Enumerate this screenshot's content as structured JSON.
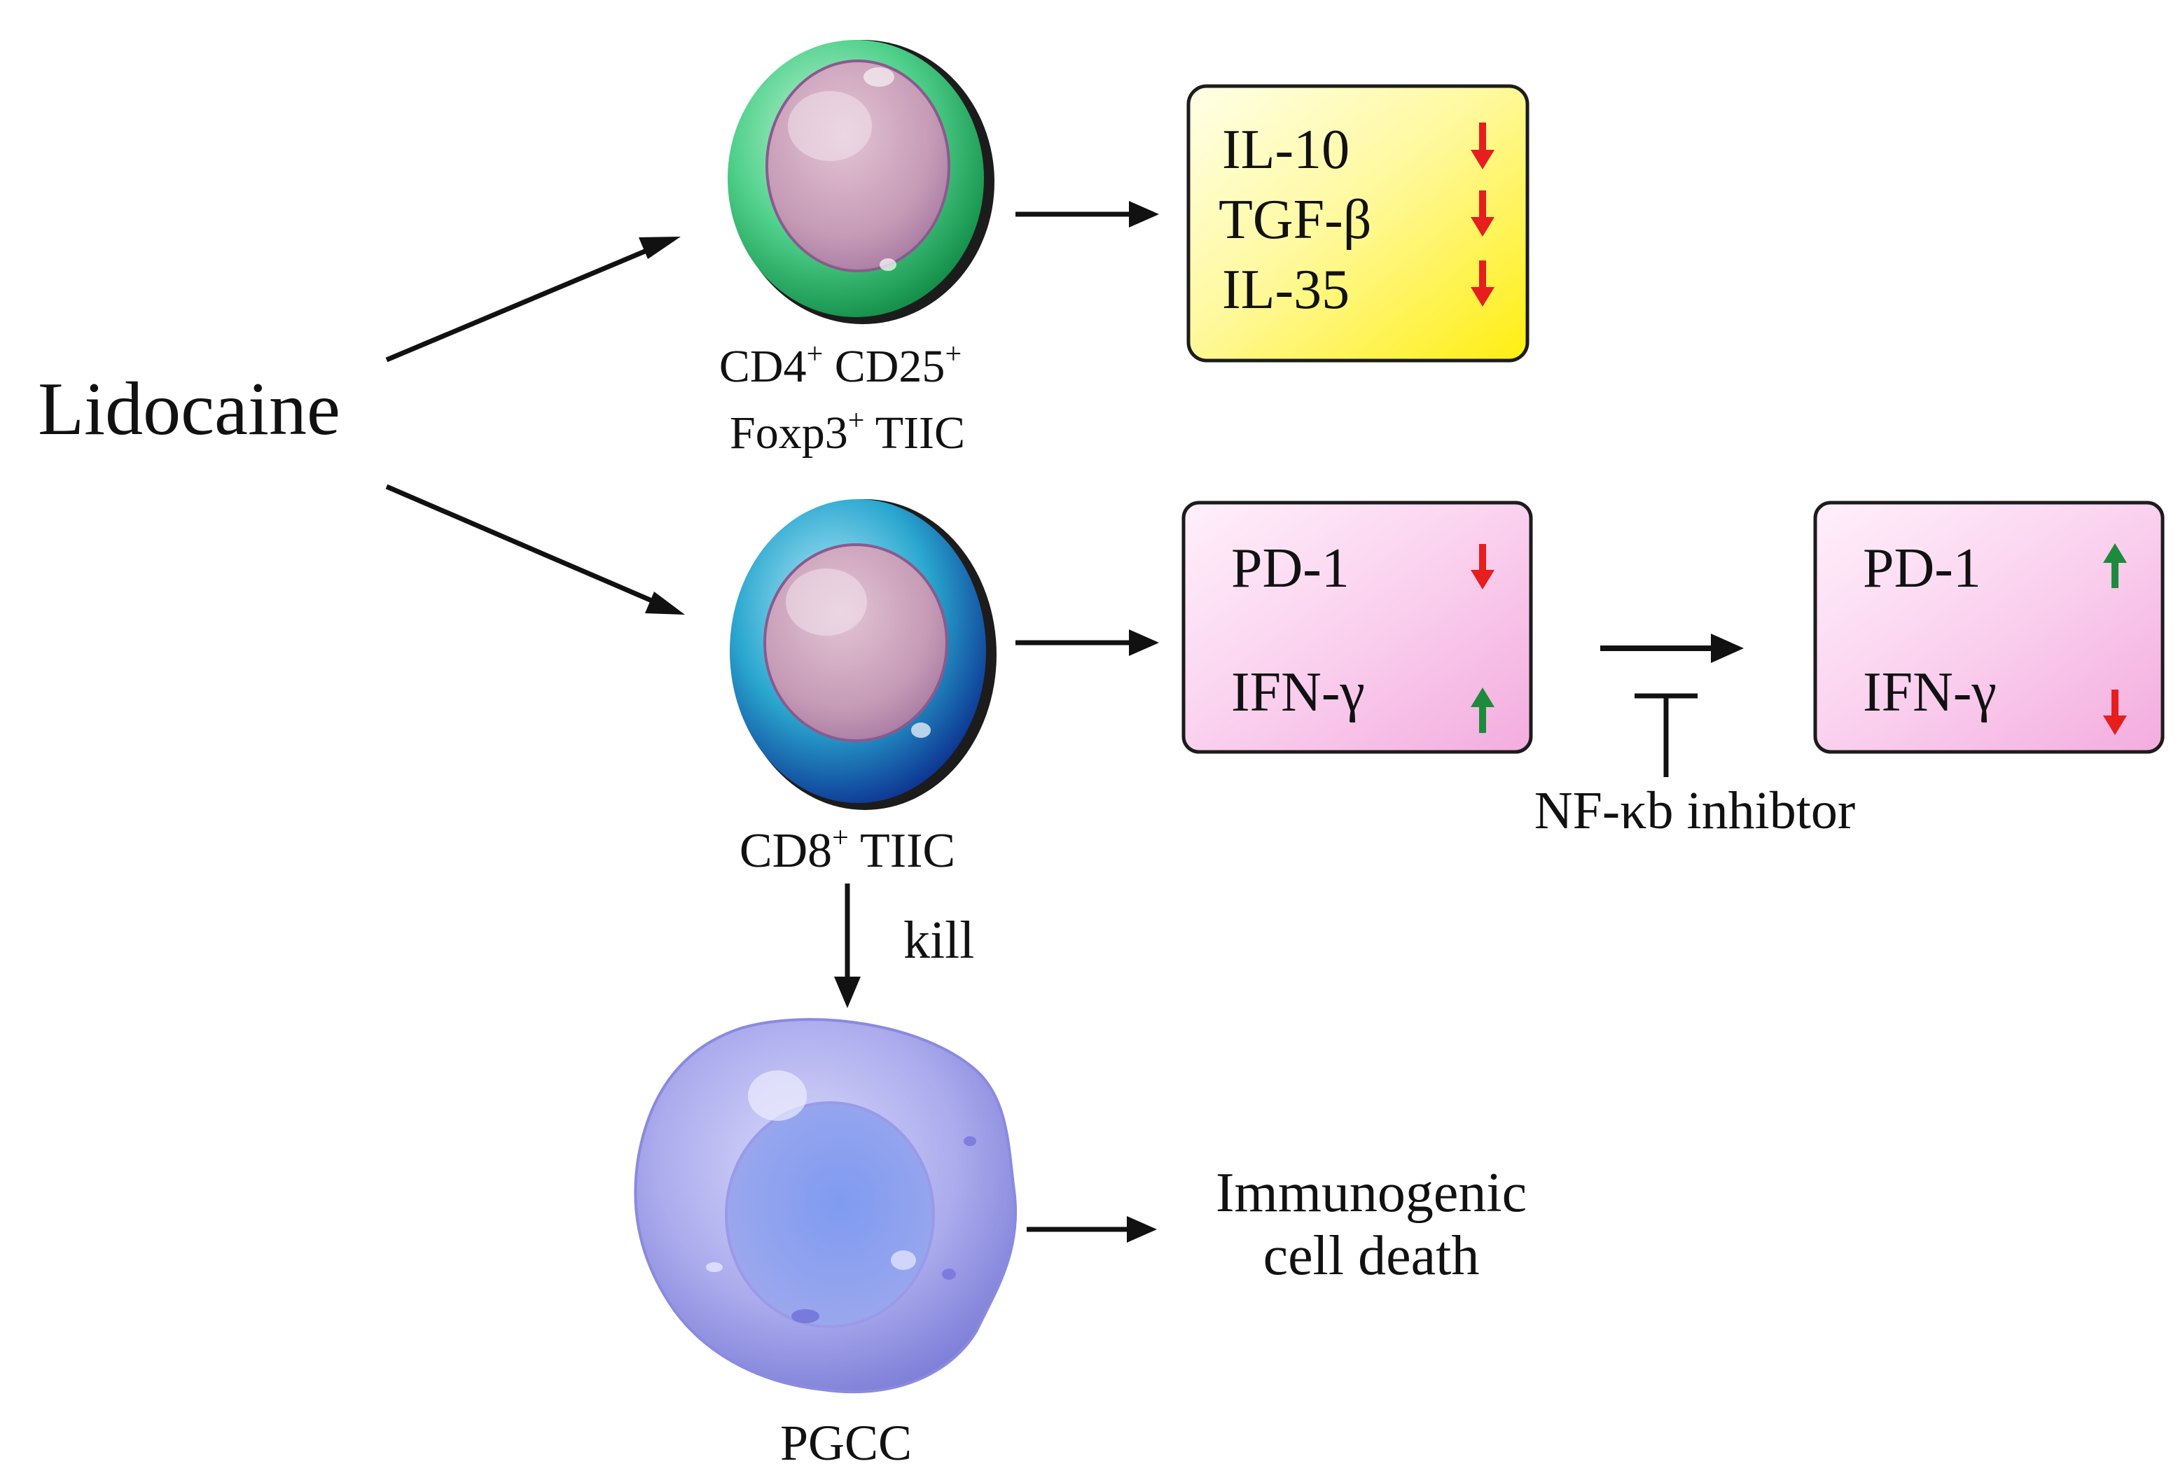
{
  "nodes": {
    "drug": {
      "label": "Lidocaine"
    },
    "treg_cell": {
      "line1_a": "CD4",
      "line1_b": "+",
      "line1_c": " CD25",
      "line1_d": "+",
      "line2_a": "Foxp3",
      "line2_b": "+",
      "line2_c": " TIIC"
    },
    "cd8_cell": {
      "label_a": "CD8",
      "label_b": "+",
      "label_c": " TIIC"
    },
    "pgcc_cell": {
      "label": "PGCC"
    },
    "icd": {
      "line1": "Immunogenic",
      "line2": "cell death"
    }
  },
  "boxes": {
    "treg_cytokines": {
      "fill": "#fff200",
      "items": [
        {
          "label": "IL-10",
          "direction": "down"
        },
        {
          "label": "TGF-β",
          "direction": "down"
        },
        {
          "label": "IL-35",
          "direction": "down"
        }
      ]
    },
    "cd8_markers": {
      "fill": "#f7bfe6",
      "items": [
        {
          "label": "PD-1",
          "direction": "down"
        },
        {
          "label": "IFN-γ",
          "direction": "up"
        }
      ]
    },
    "inhibitor_markers": {
      "fill": "#f7bfe6",
      "items": [
        {
          "label": "PD-1",
          "direction": "up"
        },
        {
          "label": "IFN-γ",
          "direction": "down"
        }
      ]
    }
  },
  "edges": {
    "kill": {
      "label": "kill"
    },
    "nfkb": {
      "label": "NF-κb inhibtor"
    }
  },
  "colors": {
    "up_arrow": "#1e8a3c",
    "down_arrow": "#e61e1e",
    "treg_cell": "#38c872",
    "cd8_cell": "#2aa7cf",
    "pgcc_cell": "#a7a7ee",
    "nucleus": "#c89bb6"
  }
}
